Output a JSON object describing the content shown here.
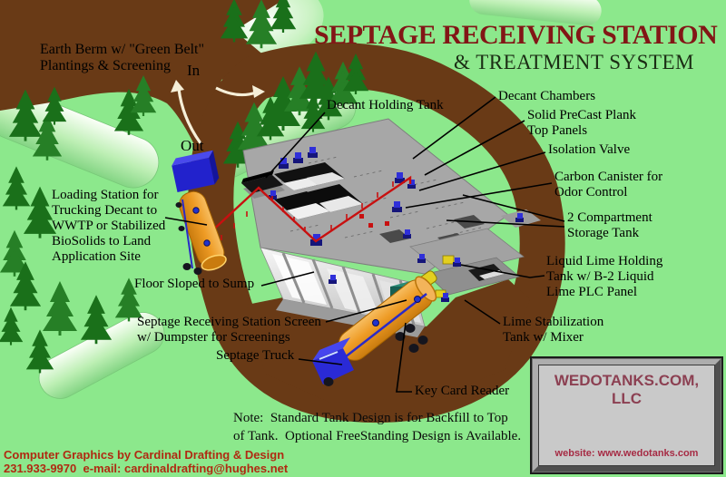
{
  "title": {
    "line1": "SEPTAGE RECEIVING STATION",
    "line2": "& TREATMENT SYSTEM"
  },
  "site_labels": {
    "earth_berm": "Earth Berm w/ \"Green Belt\"\nPlantings & Screening",
    "in": "In",
    "out": "Out",
    "decant_holding_tank": "Decant Holding Tank",
    "decant_chambers": "Decant Chambers",
    "solid_precast": "Solid PreCast Plank\nTop Panels",
    "isolation_valve": "Isolation Valve",
    "carbon_canister": "Carbon Canister for\nOdor Control",
    "two_compartment": "2 Compartment\nStorage Tank",
    "liquid_lime": "Liquid Lime Holding\nTank w/ B-2 Liquid\nLime PLC Panel",
    "lime_stabilization": "Lime Stabilization\nTank w/ Mixer",
    "loading_station": "Loading Station for\nTrucking Decant to\nWWTP or Stabilized\nBioSolids to Land\nApplication Site",
    "floor_sloped": "Floor Sloped to Sump",
    "septage_screen": "Septage Receiving Station Screen\nw/ Dumpster for Screenings",
    "septage_truck": "Septage Truck",
    "key_card_reader": "Key Card Reader"
  },
  "note": "Note:  Standard Tank Design is for Backfill to Top\nof Tank.  Optional FreeStanding Design is Available.",
  "branding": {
    "company": "WEDOTANKS.COM, LLC",
    "website": "website: www.wedotanks.com"
  },
  "credits": {
    "line1": "Computer Graphics by Cardinal Drafting & Design",
    "line2": "231.933-9970  e-mail: cardinaldrafting@hughes.net"
  },
  "colors": {
    "background_green": "#8CE88C",
    "road_brown": "#693A16",
    "title_red": "#821616",
    "credit_red": "#B02A12",
    "brand_maroon": "#8C4052",
    "tank_orange": "#E8921C",
    "truck_blue": "#2626CC",
    "pipe_red": "#C81010",
    "slab_gray": "#A7A7A7",
    "tree_green": "#1A701A"
  }
}
